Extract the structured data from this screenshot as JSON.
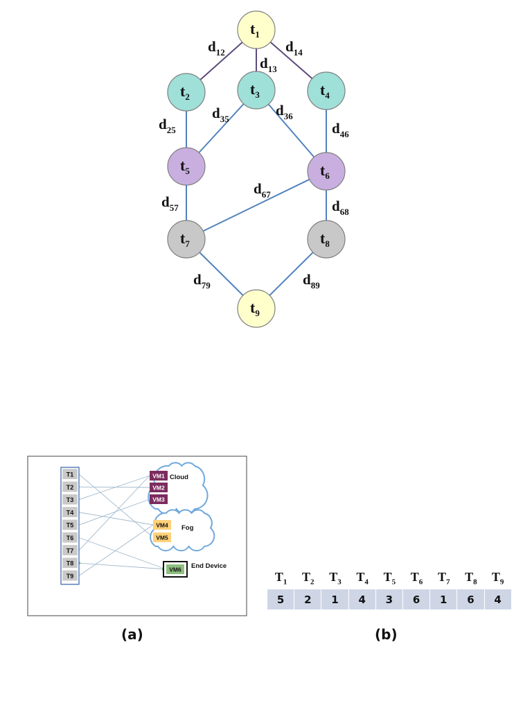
{
  "workflow": {
    "nodes": [
      {
        "id": "t1",
        "base": "t",
        "sub": "1",
        "fill": "#ffffcc"
      },
      {
        "id": "t2",
        "base": "t",
        "sub": "2",
        "fill": "#9fe0d9"
      },
      {
        "id": "t3",
        "base": "t",
        "sub": "3",
        "fill": "#9fe0d9"
      },
      {
        "id": "t4",
        "base": "t",
        "sub": "4",
        "fill": "#9fe0d9"
      },
      {
        "id": "t5",
        "base": "t",
        "sub": "5",
        "fill": "#c9afe0"
      },
      {
        "id": "t6",
        "base": "t",
        "sub": "6",
        "fill": "#c9afe0"
      },
      {
        "id": "t7",
        "base": "t",
        "sub": "7",
        "fill": "#c8c8c8"
      },
      {
        "id": "t8",
        "base": "t",
        "sub": "8",
        "fill": "#c8c8c8"
      },
      {
        "id": "t9",
        "base": "t",
        "sub": "9",
        "fill": "#ffffcc"
      }
    ],
    "edges": [
      {
        "from": "t1",
        "to": "t2",
        "base": "d",
        "sub": "12"
      },
      {
        "from": "t1",
        "to": "t3",
        "base": "d",
        "sub": "13"
      },
      {
        "from": "t1",
        "to": "t4",
        "base": "d",
        "sub": "14"
      },
      {
        "from": "t2",
        "to": "t5",
        "base": "d",
        "sub": "25"
      },
      {
        "from": "t3",
        "to": "t5",
        "base": "d",
        "sub": "35"
      },
      {
        "from": "t3",
        "to": "t6",
        "base": "d",
        "sub": "36"
      },
      {
        "from": "t4",
        "to": "t6",
        "base": "d",
        "sub": "46"
      },
      {
        "from": "t5",
        "to": "t7",
        "base": "d",
        "sub": "57"
      },
      {
        "from": "t6",
        "to": "t7",
        "base": "d",
        "sub": "67"
      },
      {
        "from": "t6",
        "to": "t8",
        "base": "d",
        "sub": "68"
      },
      {
        "from": "t7",
        "to": "t9",
        "base": "d",
        "sub": "79"
      },
      {
        "from": "t8",
        "to": "t9",
        "base": "d",
        "sub": "89"
      }
    ],
    "colors": {
      "top_edges": "#5b4a7a",
      "edges": "#4f81bd",
      "node_stroke": "#7f7f7f"
    }
  },
  "mapping": {
    "tasks": [
      "T1",
      "T2",
      "T3",
      "T4",
      "T5",
      "T6",
      "T7",
      "T8",
      "T9"
    ],
    "cloud_label": "Cloud",
    "fog_label": "Fog",
    "end_device_label": "End Device",
    "cloud_vms": [
      "VM1",
      "VM2",
      "VM3"
    ],
    "fog_vms": [
      "VM4",
      "VM5"
    ],
    "end_vms": [
      "VM6"
    ],
    "colors": {
      "cloud_vm": "#7b2c5e",
      "fog_vm": "#ffd27a",
      "end_vm": "#8fbf7f",
      "cloud_stroke": "#6fa8dc"
    }
  },
  "sequence": {
    "headers": [
      {
        "base": "T",
        "sub": "1"
      },
      {
        "base": "T",
        "sub": "2"
      },
      {
        "base": "T",
        "sub": "3"
      },
      {
        "base": "T",
        "sub": "4"
      },
      {
        "base": "T",
        "sub": "5"
      },
      {
        "base": "T",
        "sub": "6"
      },
      {
        "base": "T",
        "sub": "7"
      },
      {
        "base": "T",
        "sub": "8"
      },
      {
        "base": "T",
        "sub": "9"
      }
    ],
    "values": [
      "5",
      "2",
      "1",
      "4",
      "3",
      "6",
      "1",
      "6",
      "4"
    ]
  },
  "labels": {
    "a": "(a)",
    "b": "(b)"
  }
}
